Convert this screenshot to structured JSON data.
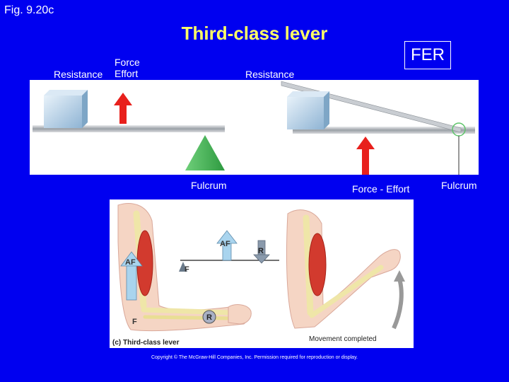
{
  "slide": {
    "fig_label": "Fig. 9.20c",
    "title": "Third-class lever",
    "fer": "FER",
    "copyright": "Copyright © The McGraw-Hill Companies, Inc. Permission required for reproduction or display."
  },
  "top_panel": {
    "resistance_left": "Resistance",
    "force": "Force",
    "effort": "Effort",
    "resistance_mid": "Resistance",
    "fulcrum_left": "Fulcrum",
    "force_effort": "Force - Effort",
    "fulcrum_right": "Fulcrum"
  },
  "arm_panel": {
    "af_left": "AF",
    "f_left": "F",
    "r_hand": "R",
    "af_mid": "AF",
    "r_mid": "R",
    "f_mid": "F",
    "caption": "(c) Third-class lever",
    "movement": "Movement completed"
  },
  "colors": {
    "background": "#0000f0",
    "title": "#ffff66",
    "arrow_red": "#e8201c",
    "arrow_blue": "#a9d4ee"
  }
}
